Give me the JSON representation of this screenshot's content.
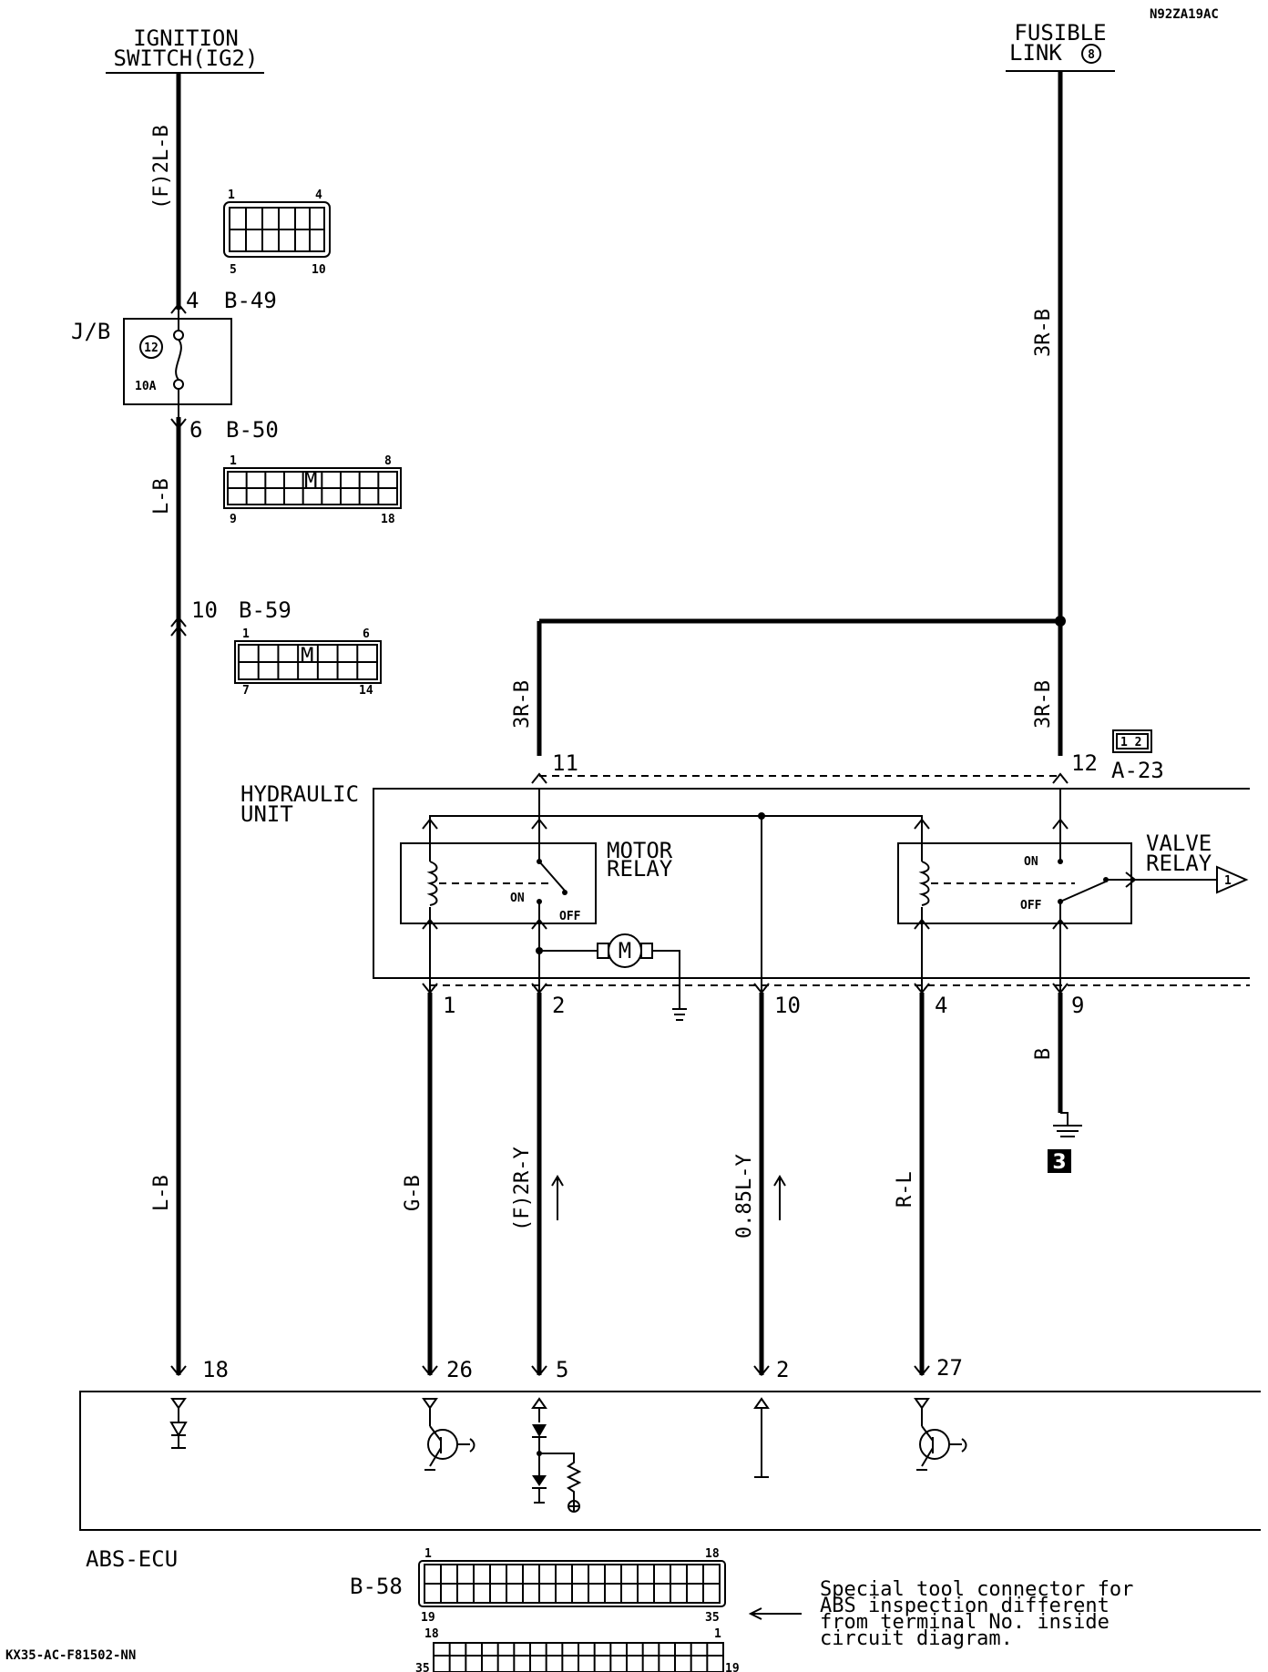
{
  "diagram_code": "N92ZA19AC",
  "footer_code": "KX35-AC-F81502-NN",
  "ignition_switch": {
    "line1": "IGNITION",
    "line2": "SWITCH(IG2)"
  },
  "fusible_link": {
    "line1": "FUSIBLE",
    "line2": "LINK",
    "number": "8"
  },
  "junction_block": {
    "label": "J/B",
    "fuse_number": "12",
    "fuse_rating": "10A"
  },
  "wires": {
    "w_f2lb": "(F)2L-B",
    "w_lb1": "L-B",
    "w_lb2": "L-B",
    "w_3rb_top": "3R-B",
    "w_3rb_left": "3R-B",
    "w_3rb_right": "3R-B",
    "w_b": "B",
    "w_gb": "G-B",
    "w_f2ry": "(F)2R-Y",
    "w_085ly": "0.85L-Y",
    "w_rl": "R-L"
  },
  "connectors": {
    "b49": {
      "name": "B-49",
      "pin": "4",
      "tl": "1",
      "tr": "4",
      "bl": "5",
      "br": "10"
    },
    "b50": {
      "name": "B-50",
      "pin": "6",
      "tl": "1",
      "tr": "8",
      "bl": "9",
      "br": "18",
      "mark": "M"
    },
    "b59": {
      "name": "B-59",
      "pin": "10",
      "tl": "1",
      "tr": "6",
      "bl": "7",
      "br": "14",
      "mark": "M"
    },
    "a23": {
      "name": "A-23",
      "icon_text": "1 2"
    },
    "b58": {
      "name": "B-58",
      "tl": "1",
      "tr": "18",
      "bl": "19",
      "br": "35",
      "tl2": "18",
      "tr2": "1",
      "bl2": "35",
      "br2": "19"
    }
  },
  "hydraulic_unit": {
    "line1": "HYDRAULIC",
    "line2": "UNIT",
    "motor_relay": {
      "line1": "MOTOR",
      "line2": "RELAY",
      "on": "ON",
      "off": "OFF"
    },
    "valve_relay": {
      "line1": "VALVE",
      "line2": "RELAY",
      "on": "ON",
      "off": "OFF",
      "ref": "1"
    },
    "motor_symbol": "M",
    "pins": {
      "p11": "11",
      "p12": "12",
      "p1": "1",
      "p2": "2",
      "p10": "10",
      "p4": "4",
      "p9": "9"
    }
  },
  "ground_ref": "3",
  "abs_ecu": {
    "label": "ABS-ECU",
    "pins": {
      "p18": "18",
      "p26": "26",
      "p5": "5",
      "p2": "2",
      "p27": "27"
    }
  },
  "note": {
    "line1": "Special tool connector for",
    "line2": "ABS inspection different",
    "line3": "from terminal No. inside",
    "line4": "circuit diagram."
  }
}
